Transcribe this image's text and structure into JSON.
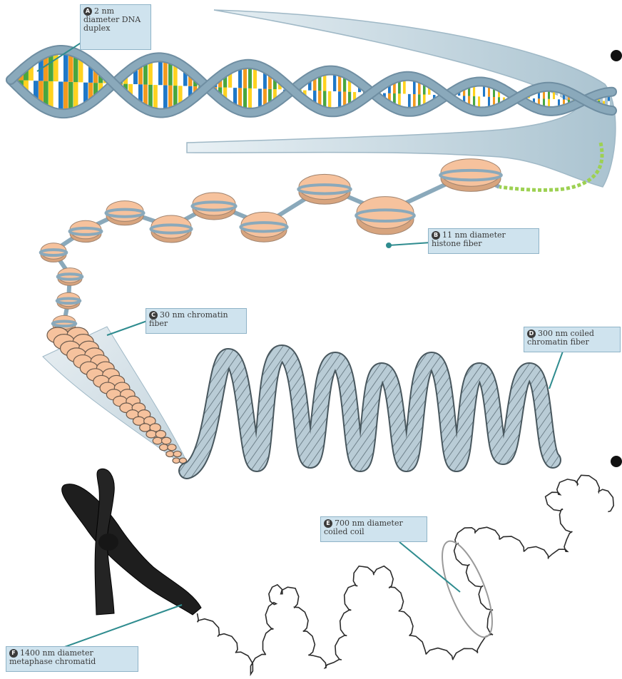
{
  "labels": {
    "a": {
      "badge": "A",
      "text": "2 nm diameter DNA duplex"
    },
    "b": {
      "badge": "B",
      "text": "11 nm diameter histone fiber"
    },
    "c": {
      "badge": "C",
      "text": "30 nm chromatin fiber"
    },
    "d": {
      "badge": "D",
      "text": "300 nm coiled chromatin fiber"
    },
    "e": {
      "badge": "E",
      "text": "700 nm diameter coiled coil"
    },
    "f": {
      "badge": "F",
      "text": "1400 nm diameter metaphase chromatid"
    }
  },
  "colors": {
    "backbone": "#8aa9bb",
    "backbone_dark": "#6f8ea2",
    "base_pairs": [
      "#f39a1e",
      "#ffd21f",
      "#1f78c8",
      "#49a63f",
      "#ffffff"
    ],
    "nucleosome": "#f6c29d",
    "nucleosome_edge": "#a0836e",
    "fiber": "#b9ccd6",
    "fiber_stripe": "#5d6f78",
    "chromosome": "#1e1e1e",
    "callout_bg": "#cfe3ee"
  }
}
